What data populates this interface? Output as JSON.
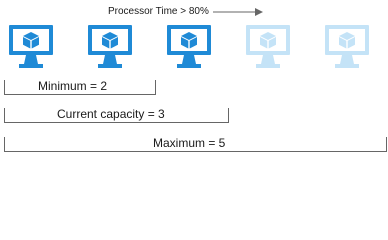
{
  "trigger": {
    "label": "Processor Time > 80%"
  },
  "instances": [
    {
      "state": "active",
      "icon": "vm-monitor-icon",
      "color": "#1f8ad6"
    },
    {
      "state": "active",
      "icon": "vm-monitor-icon",
      "color": "#1f8ad6"
    },
    {
      "state": "active",
      "icon": "vm-monitor-icon",
      "color": "#1f8ad6"
    },
    {
      "state": "inactive",
      "icon": "vm-monitor-icon",
      "color": "#c4e3f7"
    },
    {
      "state": "inactive",
      "icon": "vm-monitor-icon",
      "color": "#c4e3f7"
    }
  ],
  "capacity": {
    "minimum_label": "Minimum = 2",
    "current_label": "Current capacity = 3",
    "maximum_label": "Maximum = 5"
  },
  "colors": {
    "active": "#1f8ad6",
    "inactive": "#c4e3f7",
    "bracket": "#666666"
  }
}
